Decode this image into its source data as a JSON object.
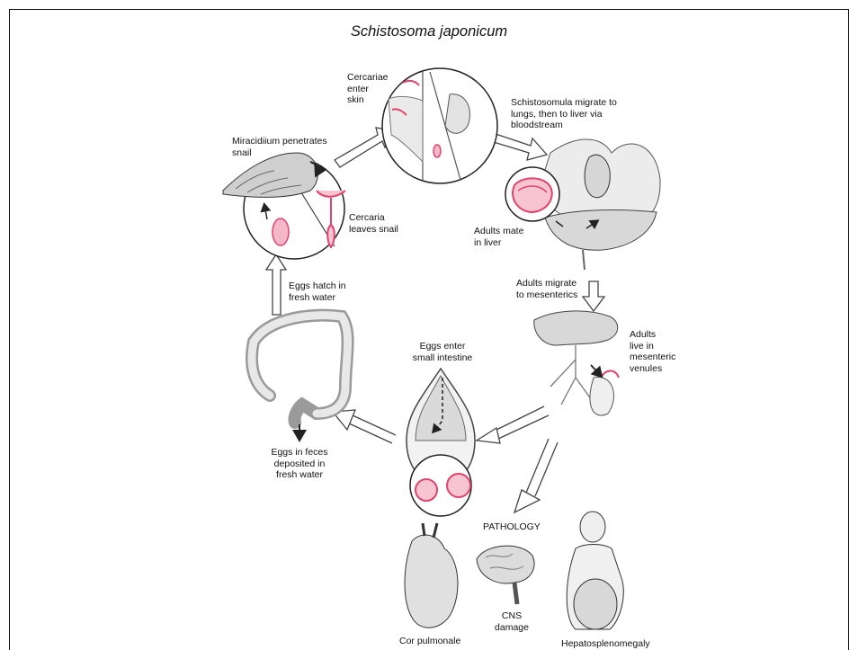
{
  "title": "Schistosoma japonicum",
  "labels": {
    "cercariae_enter": "Cercariae\nenter\nskin",
    "schistosomula": "Schistosomula migrate to\nlungs, then to liver via\nbloodstream",
    "miracidium": "Miracidiium penetrates\nsnail",
    "cercaria_leaves": "Cercaria\nleaves snail",
    "adults_mate": "Adults mate\nin liver",
    "adults_migrate": "Adults migrate\nto mesenterics",
    "adults_live": "Adults\nlive in\nmesenteric\nvenules",
    "eggs_hatch": "Eggs hatch in\nfresh water",
    "eggs_enter": "Eggs enter\nsmall intestine",
    "eggs_feces": "Eggs in feces\ndeposited in\nfresh water",
    "pathology": "PATHOLOGY",
    "cns": "CNS\ndamage",
    "cor_pulmonale": "Cor pulmonale",
    "hepatosplenomegaly": "Hepatosplenomegaly"
  },
  "colors": {
    "accent": "#e0446e",
    "line": "#222222",
    "shade": "#d6d6d6"
  }
}
